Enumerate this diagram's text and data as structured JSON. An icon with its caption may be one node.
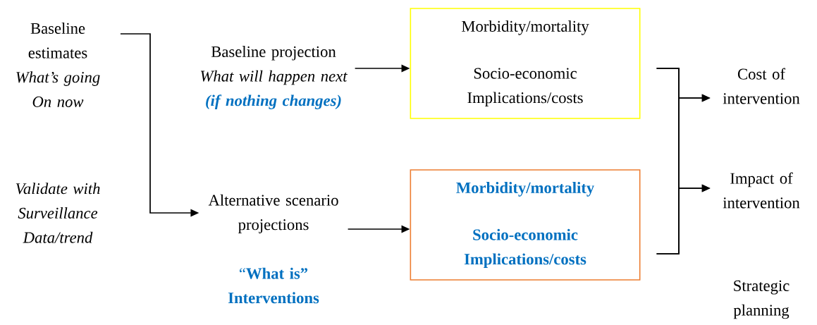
{
  "diagram": {
    "nodes": [
      {
        "text": [
          "Baseline estimates",
          "What’s going On now"
        ]
      },
      {
        "text": [
          "Baseline projection",
          "What will happen next",
          "(if nothing changes)"
        ]
      },
      {
        "text": [
          "Alternative scenario projections",
          "“**What is” Interventions**"
        ]
      },
      {
        "text": [
          "Morbidity/mortality",
          "Socio-economic Implications/costs"
        ]
      },
      {
        "text": [
          "Morbidity/mortality",
          "Socio-economic Implications/costs"
        ]
      },
      {
        "text": [
          "Cost of intervention"
        ]
      },
      {
        "text": [
          "Impact of intervention"
        ]
      }
    ],
    "edges": [
      {
        "from": 0,
        "to": 2,
        "arrow": "to"
      },
      {
        "from": 1,
        "to": 3,
        "arrow": "to"
      },
      {
        "from": 2,
        "to": 4,
        "arrow": "to"
      },
      {
        "from": 3,
        "to": 5,
        "arrow": "to"
      },
      {
        "from": 3,
        "to": 6,
        "arrow": "to"
      },
      {
        "from": 4,
        "to": 5,
        "arrow": "to"
      },
      {
        "from": 4,
        "to": 6,
        "arrow": "to"
      }
    ],
    "labels": [
      "Validate with Surveillance Data/trend",
      "Strategic planning"
    ]
  }
}
